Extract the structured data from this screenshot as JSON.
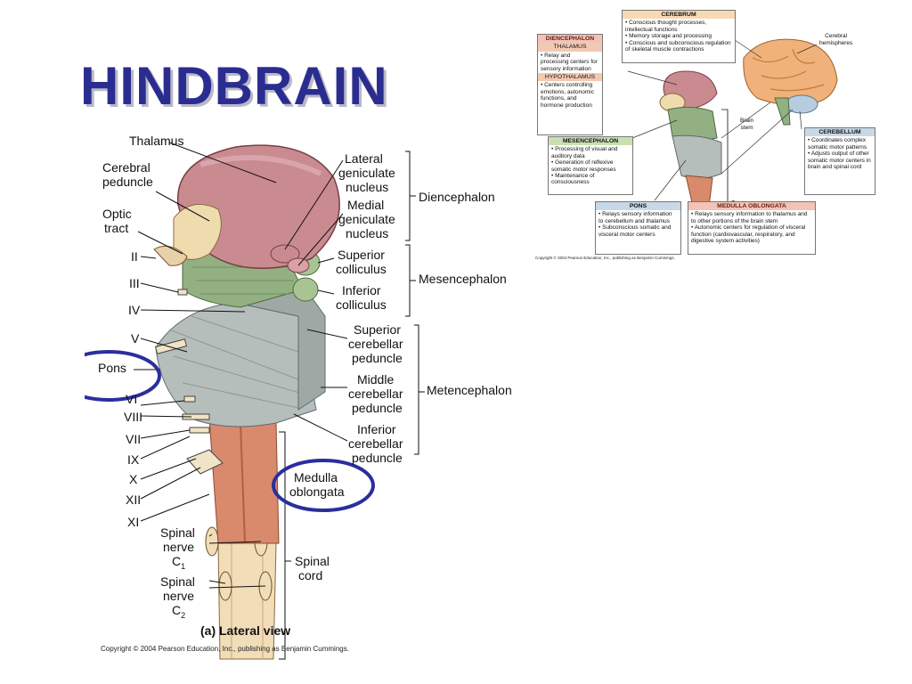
{
  "slide": {
    "title": "HINDBRAIN"
  },
  "lateral_view": {
    "labels": {
      "thalamus": "Thalamus",
      "cerebral_peduncle_1": "Cerebral",
      "cerebral_peduncle_2": "peduncle",
      "optic_tract_1": "Optic",
      "optic_tract_2": "tract",
      "nerve_II": "II",
      "nerve_III": "III",
      "nerve_IV": "IV",
      "nerve_V": "V",
      "pons": "Pons",
      "nerve_VI": "VI",
      "nerve_VIII": "VIII",
      "nerve_VII": "VII",
      "nerve_IX": "IX",
      "nerve_X": "X",
      "nerve_XII": "XII",
      "nerve_XI": "XI",
      "spinal_nerve_c1_1": "Spinal",
      "spinal_nerve_c1_2": "nerve",
      "spinal_nerve_c1_3": "C",
      "spinal_nerve_c1_sub": "1",
      "spinal_nerve_c2_1": "Spinal",
      "spinal_nerve_c2_2": "nerve",
      "spinal_nerve_c2_3": "C",
      "spinal_nerve_c2_sub": "2",
      "lateral_geniculate_1": "Lateral",
      "lateral_geniculate_2": "geniculate",
      "lateral_geniculate_3": "nucleus",
      "medial_geniculate_1": "Medial",
      "medial_geniculate_2": "geniculate",
      "medial_geniculate_3": "nucleus",
      "superior_colliculus_1": "Superior",
      "superior_colliculus_2": "colliculus",
      "inferior_colliculus_1": "Inferior",
      "inferior_colliculus_2": "colliculus",
      "sup_cereb_ped_1": "Superior",
      "sup_cereb_ped_2": "cerebellar",
      "sup_cereb_ped_3": "peduncle",
      "mid_cereb_ped_1": "Middle",
      "mid_cereb_ped_2": "cerebellar",
      "mid_cereb_ped_3": "peduncle",
      "inf_cereb_ped_1": "Inferior",
      "inf_cereb_ped_2": "cerebellar",
      "inf_cereb_ped_3": "peduncle",
      "medulla_1": "Medulla",
      "medulla_2": "oblongata",
      "spinal_cord_1": "Spinal",
      "spinal_cord_2": "cord"
    },
    "groups": {
      "diencephalon": "Diencephalon",
      "mesencephalon": "Mesencephalon",
      "metencephalon": "Metencephalon"
    },
    "caption": "(a) Lateral view",
    "copyright": "Copyright © 2004 Pearson Education, Inc., publishing as Benjamin Cummings."
  },
  "overview": {
    "cerebrum": {
      "header": "CEREBRUM",
      "items": [
        "• Conscious thought processes, intellectual functions",
        "• Memory storage and processing",
        "• Conscious and subconscious regulation of skeletal muscle contractions"
      ]
    },
    "diencephalon": {
      "header": "DIENCEPHALON",
      "thalamus_header": "THALAMUS",
      "thalamus_items": [
        "• Relay and processing centers for sensory information"
      ],
      "hypothalamus_header": "HYPOTHALAMUS",
      "hypothalamus_items": [
        "• Centers controlling emotions, autonomic functions, and hormone production"
      ]
    },
    "mesencephalon": {
      "header": "MESENCEPHALON",
      "items": [
        "• Processing of visual and auditory data",
        "• Generation of reflexive somatic motor responses",
        "• Maintenance of consciousness"
      ]
    },
    "pons": {
      "header": "PONS",
      "items": [
        "• Relays sensory information to cerebellum and thalamus",
        "• Subconscious somatic and visceral motor centers"
      ]
    },
    "medulla": {
      "header": "MEDULLA OBLONGATA",
      "items": [
        "• Relays sensory information to thalamus and to other portions of the brain stem",
        "• Autonomic centers for regulation of visceral function (cardiovascular, respiratory, and digestive system activities)"
      ]
    },
    "cerebellum": {
      "header": "CEREBELLUM",
      "items": [
        "• Coordinates complex somatic motor patterns",
        "• Adjusts output of other somatic motor centers in brain and spinal cord"
      ]
    },
    "labels": {
      "cerebral_hemispheres_1": "Cerebral",
      "cerebral_hemispheres_2": "hemispheres",
      "brain_stem_1": "Brain",
      "brain_stem_2": "stem"
    },
    "copyright": "Copyright © 2004 Pearson Education, Inc., publishing as Benjamin Cummings."
  },
  "colors": {
    "title": "#2a2d8f",
    "highlight_ellipse": "#2b2e9c",
    "thalamus": "#c98a90",
    "midbrain": "#93b083",
    "pons_gray": "#aab4b0",
    "medulla": "#d98a6c",
    "spinal_cord": "#f1ddb8"
  }
}
